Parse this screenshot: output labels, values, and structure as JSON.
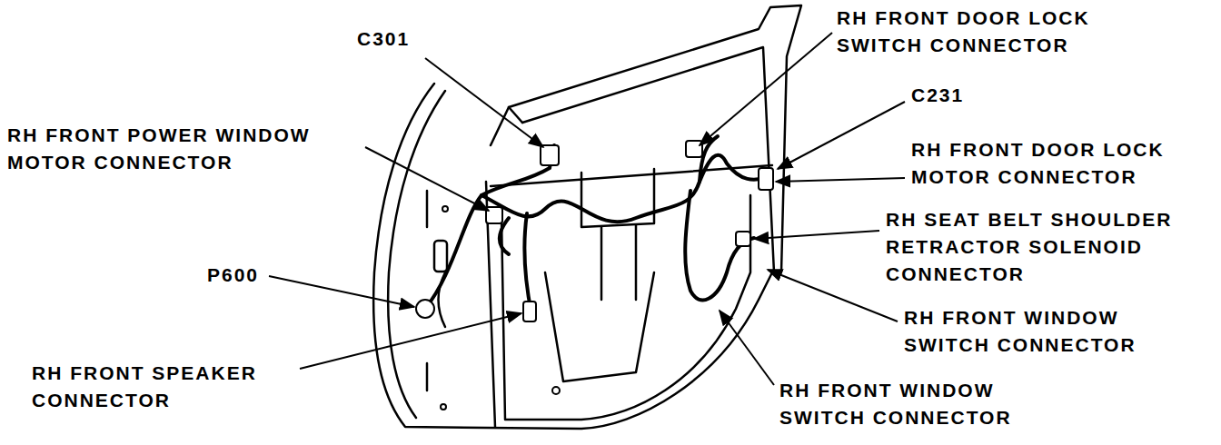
{
  "diagram": {
    "labels": [
      "C301",
      "RH FRONT DOOR LOCK SWITCH CONNECTOR",
      "C231",
      "RH FRONT POWER WINDOW MOTOR CONNECTOR",
      "RH FRONT DOOR LOCK MOTOR CONNECTOR",
      "RH SEAT BELT SHOULDER RETRACTOR SOLENOID CONNECTOR",
      "P600",
      "RH FRONT WINDOW SWITCH CONNECTOR",
      "RH FRONT SPEAKER CONNECTOR",
      "RH FRONT WINDOW SWITCH CONNECTOR"
    ]
  }
}
